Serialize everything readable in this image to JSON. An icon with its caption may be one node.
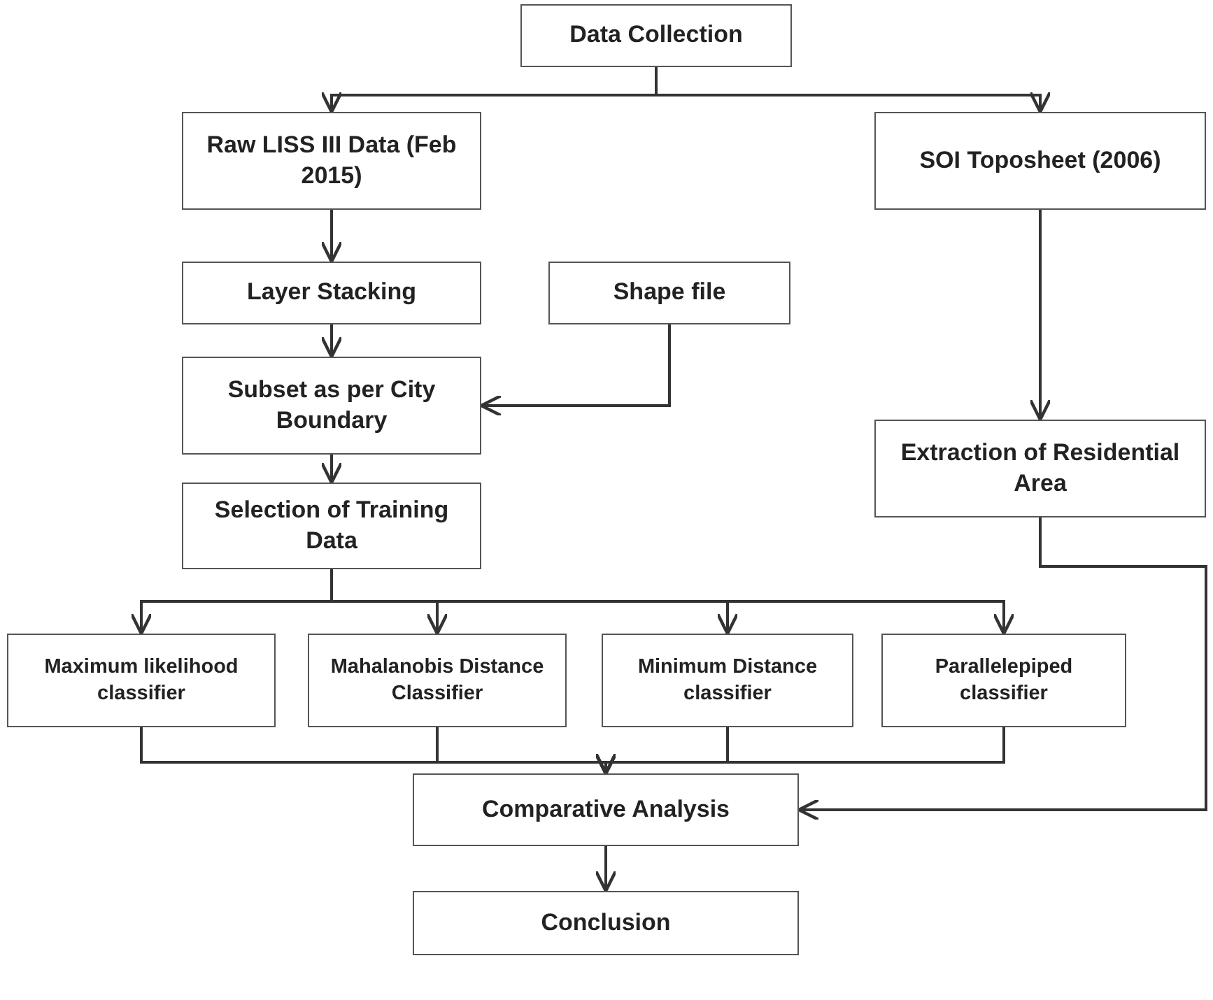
{
  "diagram": {
    "nodes": [
      {
        "text": [
          "Data Collection"
        ]
      },
      {
        "text": [
          "Raw LISS III Data (Feb 2015)"
        ]
      },
      {
        "text": [
          "SOI Toposheet (2006)"
        ]
      },
      {
        "text": [
          "Layer Stacking"
        ]
      },
      {
        "text": [
          "Shape file"
        ]
      },
      {
        "text": [
          "Subset as per City Boundary"
        ]
      },
      {
        "text": [
          "Extraction of Residential Area"
        ]
      },
      {
        "text": [
          "Selection of Training Data"
        ]
      },
      {
        "text": [
          "Maximum likelihood classifier"
        ]
      },
      {
        "text": [
          "Mahalanobis Distance Classifier"
        ]
      },
      {
        "text": [
          "Minimum Distance classifier"
        ]
      },
      {
        "text": [
          "Parallelepiped classifier"
        ]
      },
      {
        "text": [
          "Comparative Analysis"
        ]
      },
      {
        "text": [
          "Conclusion"
        ]
      }
    ],
    "edges": [
      {
        "from": 0,
        "to": 1,
        "arrow": "to"
      },
      {
        "from": 0,
        "to": 2,
        "arrow": "to"
      },
      {
        "from": 1,
        "to": 3,
        "arrow": "to"
      },
      {
        "from": 3,
        "to": 5,
        "arrow": "to"
      },
      {
        "from": 4,
        "to": 5,
        "arrow": "to"
      },
      {
        "from": 5,
        "to": 7,
        "arrow": "to"
      },
      {
        "from": 2,
        "to": 6,
        "arrow": "to"
      },
      {
        "from": 7,
        "to": 8,
        "arrow": "to"
      },
      {
        "from": 7,
        "to": 9,
        "arrow": "to"
      },
      {
        "from": 7,
        "to": 10,
        "arrow": "to"
      },
      {
        "from": 7,
        "to": 11,
        "arrow": "to"
      },
      {
        "from": 8,
        "to": 12,
        "arrow": "to"
      },
      {
        "from": 9,
        "to": 12,
        "arrow": "to"
      },
      {
        "from": 10,
        "to": 12,
        "arrow": "to"
      },
      {
        "from": 11,
        "to": 12,
        "arrow": "to"
      },
      {
        "from": 6,
        "to": 12,
        "arrow": "to"
      },
      {
        "from": 12,
        "to": 13,
        "arrow": "to"
      }
    ]
  }
}
